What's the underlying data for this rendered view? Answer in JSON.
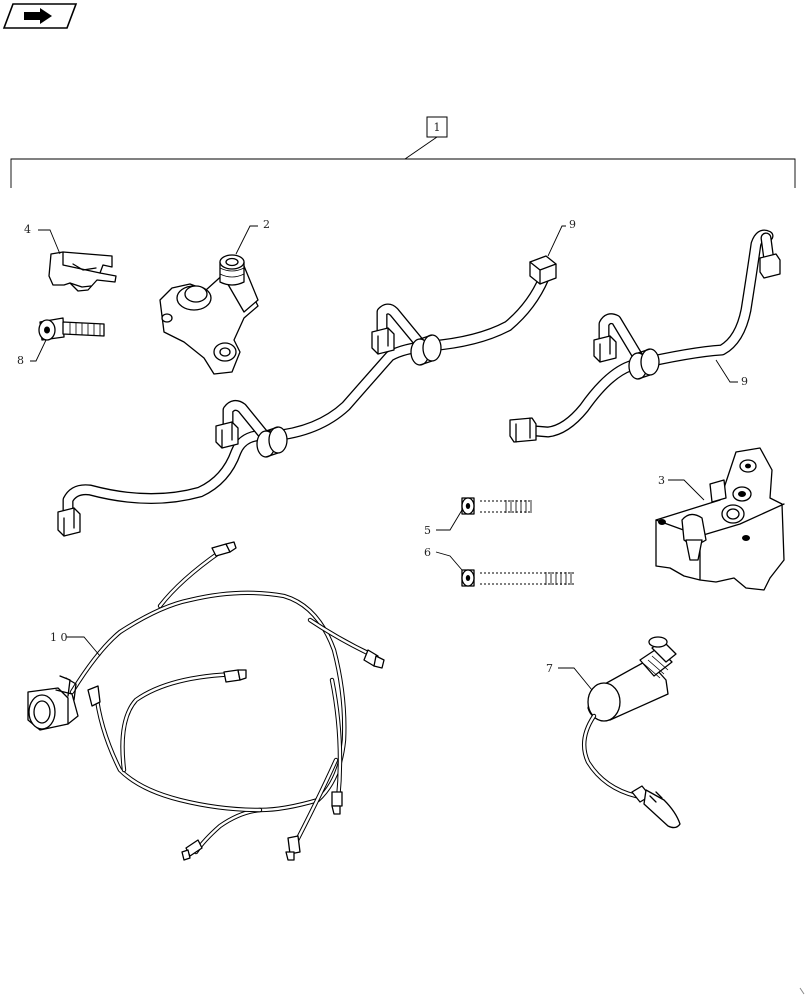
{
  "toolbar": {
    "nav_icon": "book-arrow-icon"
  },
  "assembly": {
    "ref_label": "1"
  },
  "callouts": {
    "c2": "2",
    "c3": "3",
    "c4": "4",
    "c5": "5",
    "c6": "6",
    "c7": "7",
    "c8": "8",
    "c9a": "9",
    "c9b": "9",
    "c10": "1 0"
  }
}
